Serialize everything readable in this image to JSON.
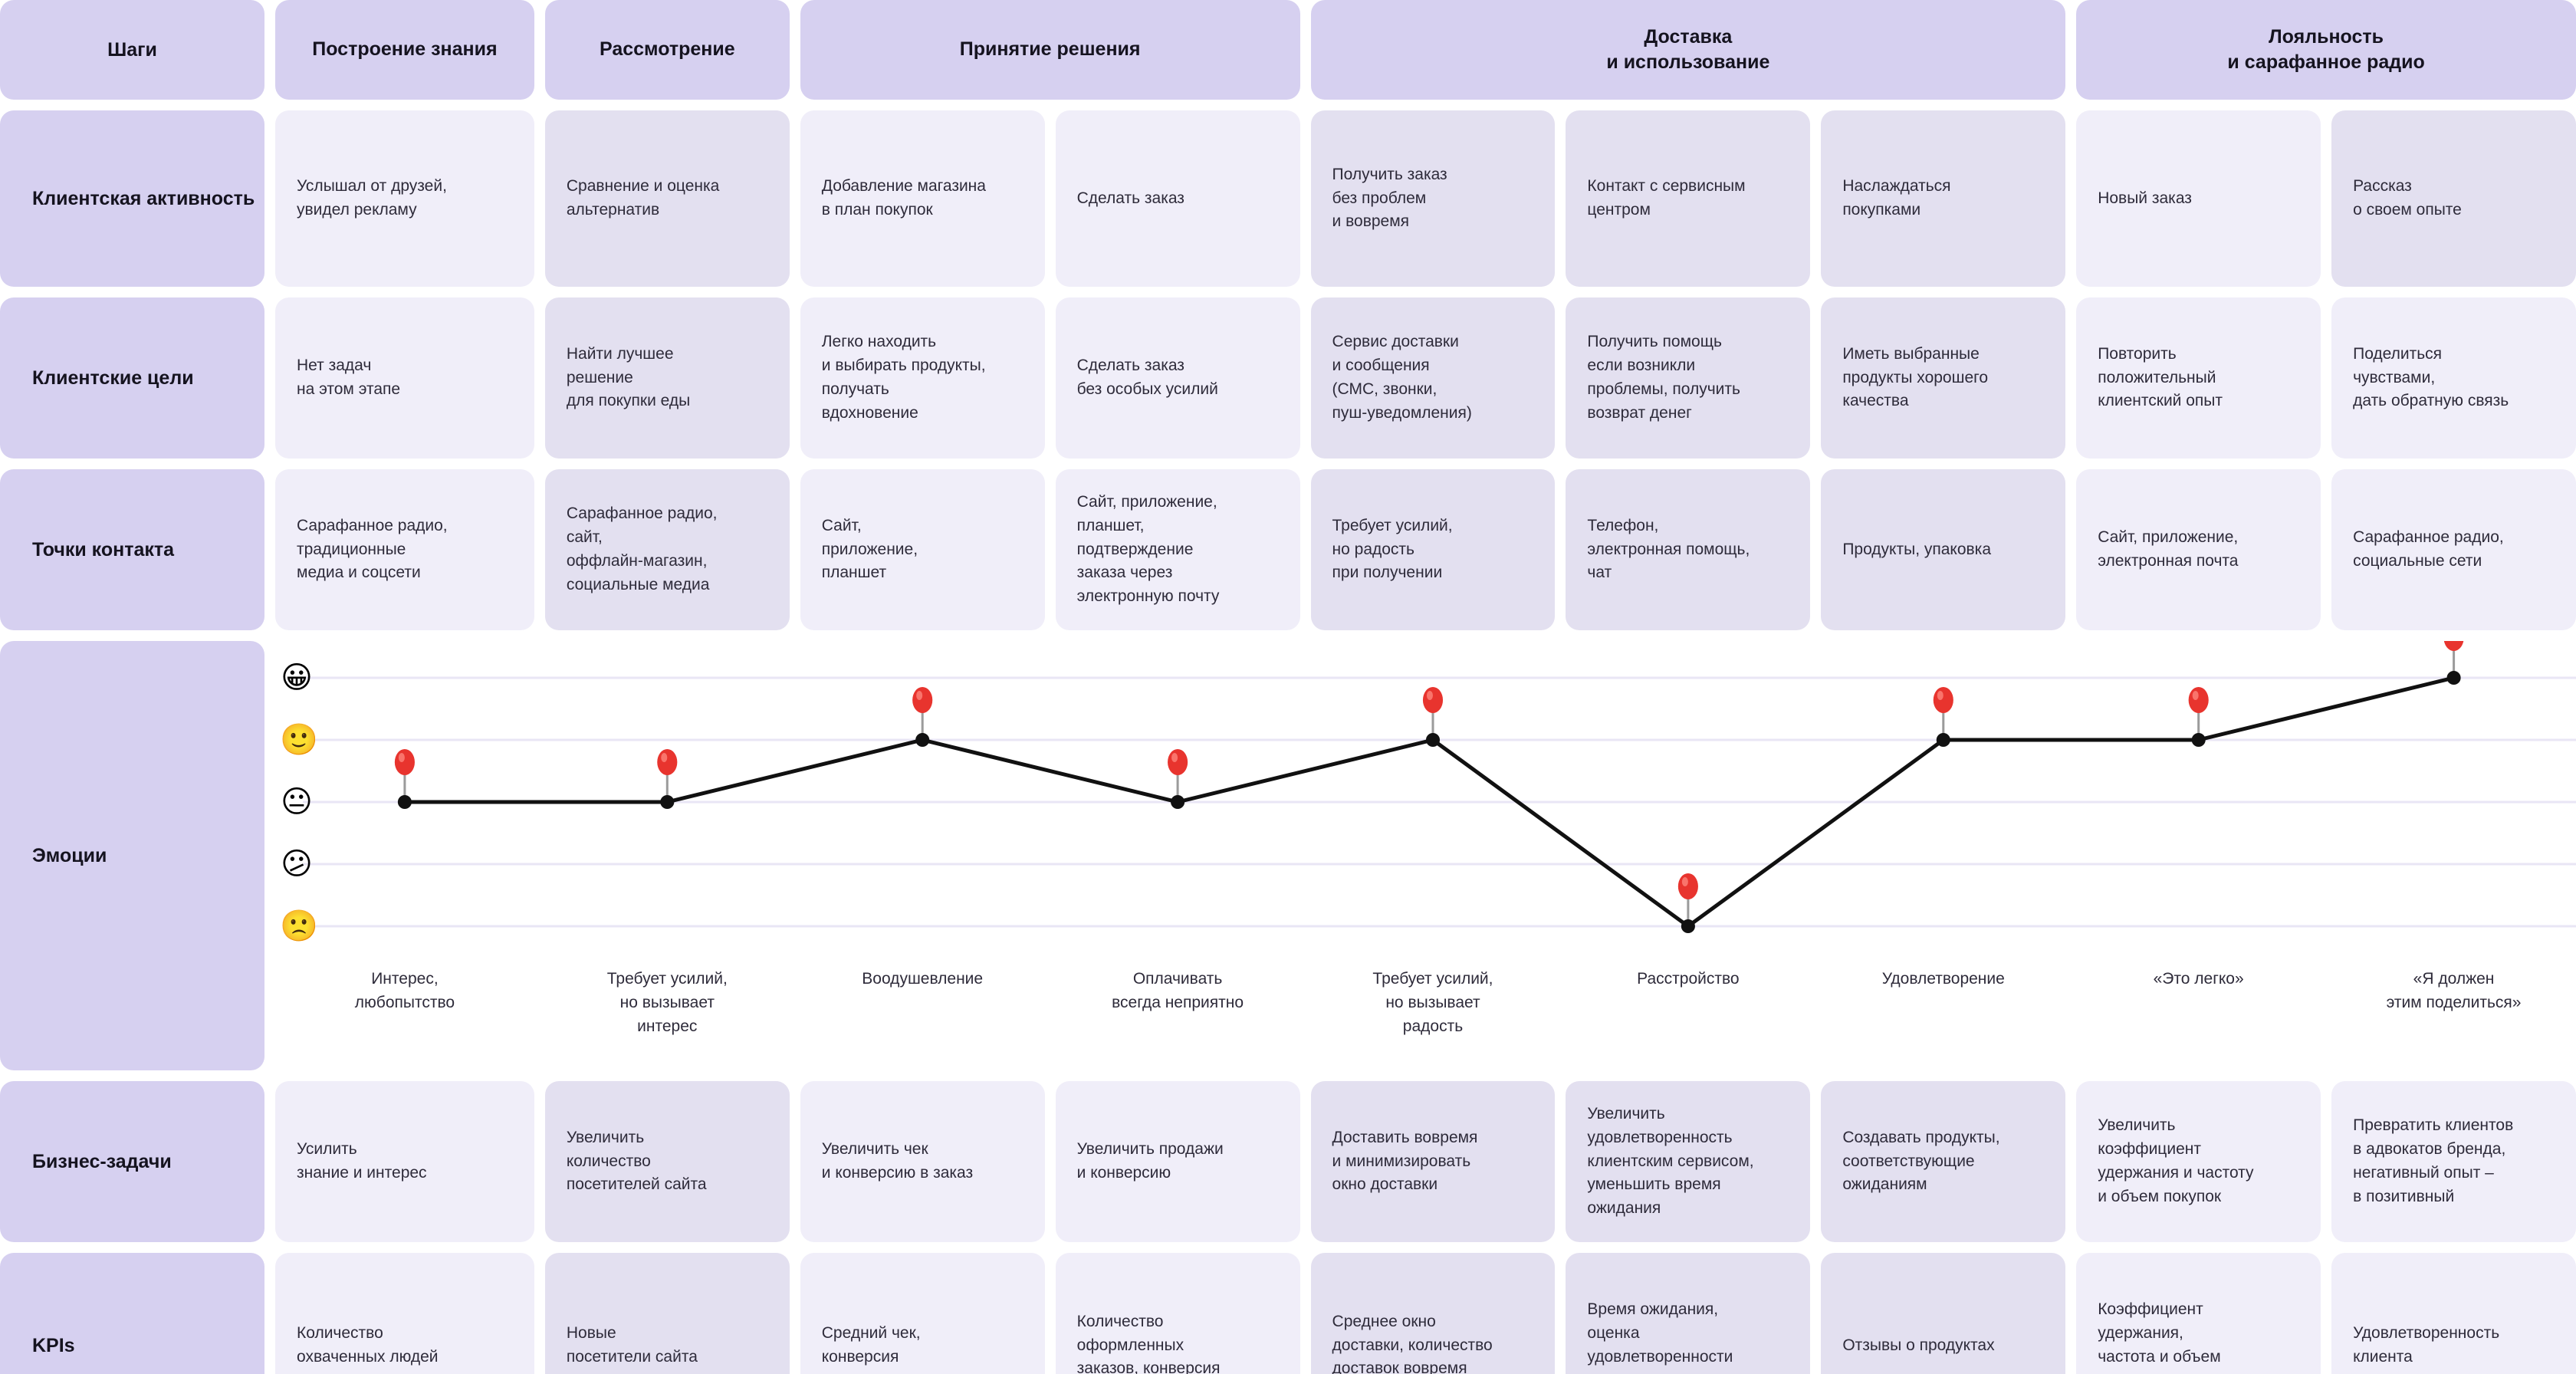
{
  "title": "Customer Journey Map",
  "colors": {
    "header_bg": "#d6d0f0",
    "cell_bg": "#f0eef9",
    "cell_bg_alt": "#e3e0f0",
    "marker": "#e8342e",
    "line": "#111111",
    "grid": "#e9e6f5",
    "page_bg": "#ffffff"
  },
  "corner": {
    "label": "Шаги"
  },
  "stages": [
    {
      "label": "Построение знания",
      "span": 1
    },
    {
      "label": "Рассмотрение",
      "span": 1
    },
    {
      "label": "Принятие решения",
      "span": 2
    },
    {
      "label": "Доставка\nи использование",
      "span": 3
    },
    {
      "label": "Лояльность\nи сарафанное радио",
      "span": 2
    }
  ],
  "rows": [
    {
      "label": "Клиентская\nактивность",
      "cells": [
        {
          "text": "Услышал от друзей,\nувидел рекламу",
          "shade": "light"
        },
        {
          "text": "Сравнение и оценка\nальтернатив",
          "shade": "dark"
        },
        {
          "text": "Добавление магазина\nв план покупок",
          "shade": "light"
        },
        {
          "text": "Сделать заказ",
          "shade": "light"
        },
        {
          "text": "Получить заказ\nбез проблем\nи вовремя",
          "shade": "dark"
        },
        {
          "text": "Контакт с сервисным\nцентром",
          "shade": "dark"
        },
        {
          "text": "Наслаждаться\nпокупками",
          "shade": "dark"
        },
        {
          "text": "Новый заказ",
          "shade": "light"
        },
        {
          "text": "Рассказ\nо своем опыте",
          "shade": "dark"
        }
      ]
    },
    {
      "label": "Клиентские\nцели",
      "cells": [
        {
          "text": "Нет задач\nна этом этапе",
          "shade": "light"
        },
        {
          "text": "Найти лучшее\nрешение\nдля покупки еды",
          "shade": "dark"
        },
        {
          "text": "Легко находить\nи выбирать продукты,\nполучать\nвдохновение",
          "shade": "light"
        },
        {
          "text": "Сделать заказ\nбез особых усилий",
          "shade": "light"
        },
        {
          "text": "Сервис доставки\nи сообщения\n(СМС, звонки,\nпуш-уведомления)",
          "shade": "dark"
        },
        {
          "text": "Получить помощь\nесли возникли\nпроблемы, получить\nвозврат денег",
          "shade": "dark"
        },
        {
          "text": "Иметь выбранные\nпродукты хорошего\nкачества",
          "shade": "dark"
        },
        {
          "text": "Повторить\nположительный\nклиентский опыт",
          "shade": "light"
        },
        {
          "text": "Поделиться\nчувствами,\nдать обратную связь",
          "shade": "light"
        }
      ]
    },
    {
      "label": "Точки контакта",
      "cells": [
        {
          "text": "Сарафанное радио,\nтрадиционные\nмедиа и соцсети",
          "shade": "light"
        },
        {
          "text": "Сарафанное радио,\nсайт,\nоффлайн-магазин,\nсоциальные медиа",
          "shade": "dark"
        },
        {
          "text": "Сайт,\nприложение,\nпланшет",
          "shade": "light"
        },
        {
          "text": "Сайт, приложение,\nпланшет,\nподтверждение\nзаказа через\nэлектронную почту",
          "shade": "light"
        },
        {
          "text": "Требует усилий,\nно радость\nпри получении",
          "shade": "dark"
        },
        {
          "text": "Телефон,\nэлектронная помощь,\nчат",
          "shade": "dark"
        },
        {
          "text": "Продукты, упаковка",
          "shade": "dark"
        },
        {
          "text": "Сайт, приложение,\nэлектронная почта",
          "shade": "light"
        },
        {
          "text": "Сарафанное радио,\nсоциальные сети",
          "shade": "light"
        }
      ]
    },
    {
      "label": "Бизнес-задачи",
      "cells": [
        {
          "text": "Усилить\nзнание и интерес",
          "shade": "light"
        },
        {
          "text": "Увеличить\nколичество\nпосетителей сайта",
          "shade": "dark"
        },
        {
          "text": "Увеличить чек\nи конверсию в заказ",
          "shade": "light"
        },
        {
          "text": "Увеличить продажи\nи конверсию",
          "shade": "light"
        },
        {
          "text": "Доставить вовремя\nи минимизировать\nокно доставки",
          "shade": "dark"
        },
        {
          "text": "Увеличить\nудовлетворенность\nклиентским сервисом,\nуменьшить время\nожидания",
          "shade": "dark"
        },
        {
          "text": "Создавать продукты,\nсоответствующие\nожиданиям",
          "shade": "dark"
        },
        {
          "text": "Увеличить\nкоэффициент\nудержания и частоту\nи объем покупок",
          "shade": "light"
        },
        {
          "text": "Превратить клиентов\nв адвокатов  бренда,\nнегативный опыт –\nв позитивный",
          "shade": "light"
        }
      ]
    },
    {
      "label": "KPIs",
      "cells": [
        {
          "text": "Количество\nохваченных людей",
          "shade": "light"
        },
        {
          "text": "Новые\nпосетители сайта",
          "shade": "dark"
        },
        {
          "text": "Средний чек,\nконверсия",
          "shade": "light"
        },
        {
          "text": "Количество\nоформленных\nзаказов, конверсия",
          "shade": "light"
        },
        {
          "text": "Среднее окно\nдоставки, количество\nдоставок вовремя",
          "shade": "dark"
        },
        {
          "text": "Время ожидания,\nоценка\nудовлетворенности\nклиентским сервисом",
          "shade": "dark"
        },
        {
          "text": "Отзывы о продуктах",
          "shade": "dark"
        },
        {
          "text": "Коэффициент\nудержания,\nчастота и объем\nпокупок",
          "shade": "light"
        },
        {
          "text": "Удовлетворенность\nклиента",
          "shade": "light"
        }
      ]
    }
  ],
  "emotions": {
    "label": "Эмоции",
    "labels": [
      "Интерес,\nлюбопытство",
      "Требует усилий,\nно вызывает\nинтерес",
      "Воодушевление",
      "Оплачивать\nвсегда неприятно",
      "Требует усилий,\nно вызывает\nрадость",
      "Расстройство",
      "Удовлетворение",
      "«Это легко»",
      "«Я должен\nэтим поделиться»"
    ]
  },
  "chart_data": {
    "type": "line",
    "title": "Эмоции",
    "xlabel": "",
    "ylabel": "",
    "ylim": [
      1,
      5
    ],
    "grid": true,
    "legend": "none",
    "y_tick_icons": [
      "grinning-face",
      "slightly-smiling-face",
      "neutral-face",
      "confused-face",
      "frowning-face"
    ],
    "y_tick_values": [
      5,
      4,
      3,
      2,
      1
    ],
    "categories": [
      "Интерес, любопытство",
      "Требует усилий, но вызывает интерес",
      "Воодушевление",
      "Оплачивать всегда неприятно",
      "Требует усилий, но вызывает радость",
      "Расстройство",
      "Удовлетворение",
      "«Это легко»",
      "«Я должен этим поделиться»"
    ],
    "values": [
      3,
      3,
      4,
      3,
      4,
      1,
      4,
      4,
      5
    ],
    "marker": "red-pin",
    "marker_color": "#e8342e",
    "line_color": "#111111"
  }
}
